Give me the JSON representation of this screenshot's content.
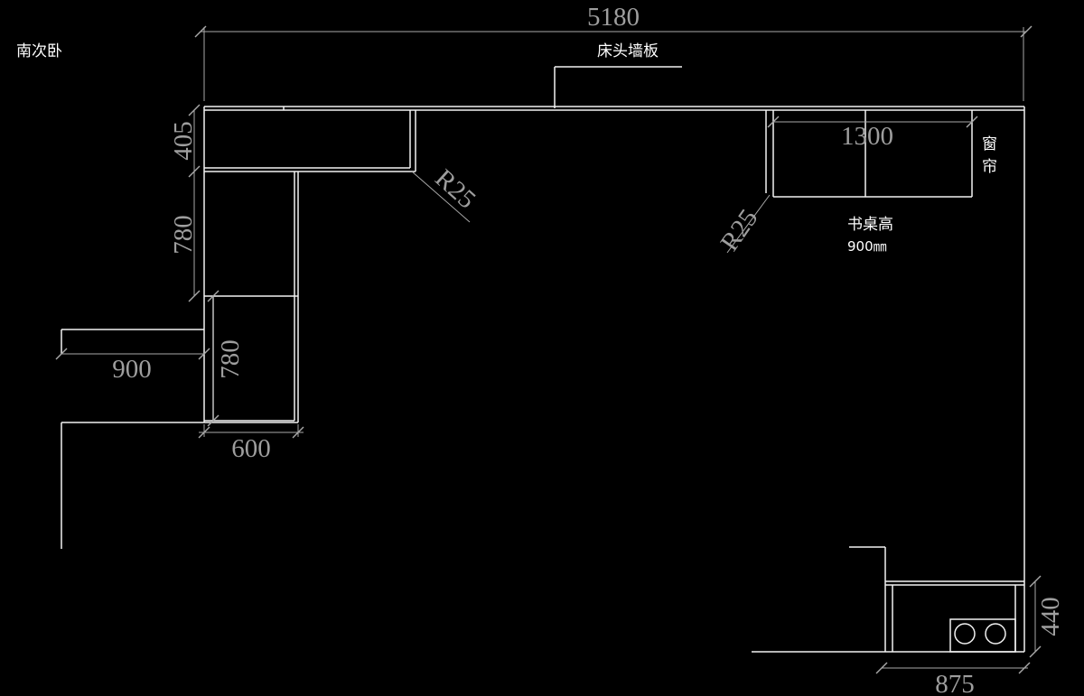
{
  "room_label": "南次卧",
  "dimensions": {
    "overall_width": "5180",
    "left_upper_depth": "405",
    "left_mid_height": "780",
    "left_lower_height": "780",
    "side_width": "900",
    "cabinet_width": "600",
    "desk_width": "1300",
    "corner_radius_left": "R25",
    "corner_radius_right": "R25",
    "bottom_depth": "440",
    "bottom_width": "875"
  },
  "labels": {
    "headboard": "床头墙板",
    "curtain_line1": "窗",
    "curtain_line2": "帘",
    "desk_height_line1": "书桌高",
    "desk_height_line2": "900㎜"
  }
}
